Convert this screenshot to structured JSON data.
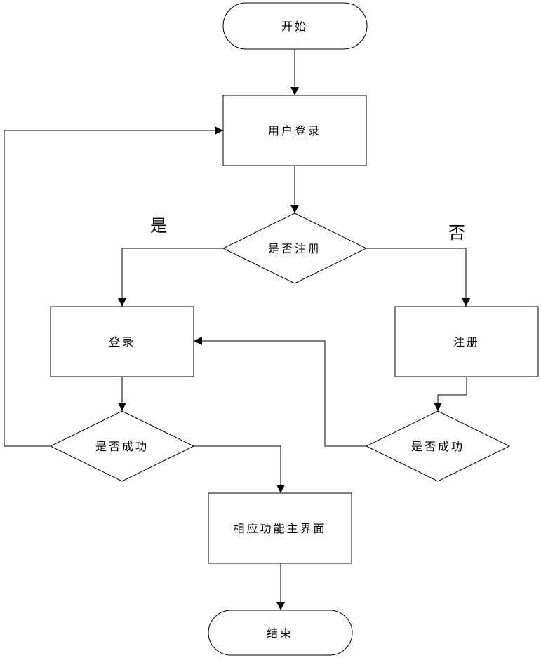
{
  "diagram": {
    "nodes": {
      "start": {
        "label": "开始"
      },
      "user_login": {
        "label": "用户登录"
      },
      "is_registered": {
        "label": "是否注册"
      },
      "login": {
        "label": "登录"
      },
      "register": {
        "label": "注册"
      },
      "login_success": {
        "label": "是否成功"
      },
      "register_success": {
        "label": "是否成功"
      },
      "main_ui": {
        "label": "相应功能主界面"
      },
      "end": {
        "label": "结束"
      }
    },
    "edge_labels": {
      "yes": "是",
      "no": "否"
    },
    "colors": {
      "stroke": "#000000",
      "fill": "#ffffff"
    }
  }
}
